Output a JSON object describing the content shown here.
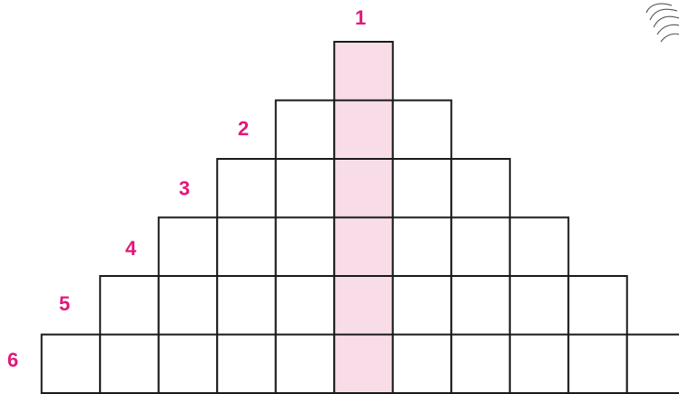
{
  "rows": [
    {
      "label": "1",
      "cells": 1
    },
    {
      "label": "2",
      "cells": 3
    },
    {
      "label": "3",
      "cells": 5
    },
    {
      "label": "4",
      "cells": 7
    },
    {
      "label": "5",
      "cells": 9
    },
    {
      "label": "6",
      "cells": 11
    }
  ],
  "colors": {
    "label": "#e0197a",
    "highlight": "#f8dde9",
    "line": "#1a1a1a"
  }
}
